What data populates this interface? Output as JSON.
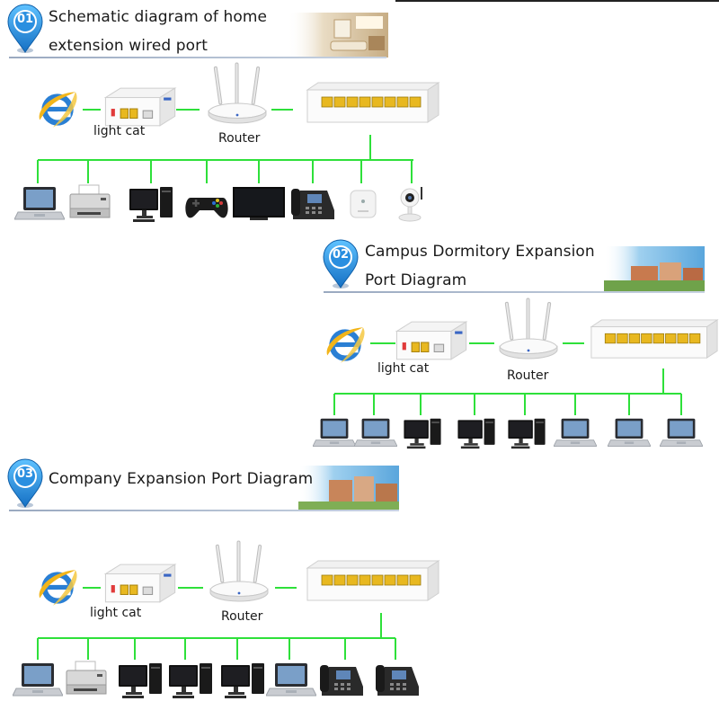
{
  "sections": [
    {
      "number": "01",
      "title_lines": [
        "Schematic diagram of home",
        "extension wired port"
      ],
      "labels": {
        "modem": "light cat",
        "router": "Router"
      },
      "devices": [
        "laptop-icon",
        "printer-icon",
        "desktop-pc-icon",
        "gamepad-icon",
        "tv-icon",
        "desk-phone-icon",
        "router-small-icon",
        "ip-camera-icon"
      ]
    },
    {
      "number": "02",
      "title_lines": [
        "Campus Dormitory Expansion",
        "Port Diagram"
      ],
      "labels": {
        "modem": "light cat",
        "router": "Router"
      },
      "devices": [
        "laptop-icon",
        "laptop-icon",
        "desktop-pc-icon",
        "desktop-pc-icon",
        "desktop-pc-icon",
        "laptop-icon",
        "laptop-icon",
        "laptop-icon"
      ]
    },
    {
      "number": "03",
      "title_lines": [
        "Company Expansion Port Diagram"
      ],
      "labels": {
        "modem": "light cat",
        "router": "Router"
      },
      "devices": [
        "laptop-icon",
        "printer-icon",
        "desktop-pc-icon",
        "desktop-pc-icon",
        "desktop-pc-icon",
        "laptop-icon",
        "desk-phone-icon",
        "desk-phone-icon"
      ]
    }
  ],
  "colors": {
    "link_line": "#2ee03a",
    "pin_blue": "#1e90e0",
    "port_yellow": "#e8b820",
    "ie_blue": "#1e74c8",
    "ie_gold": "#f2b51a"
  }
}
